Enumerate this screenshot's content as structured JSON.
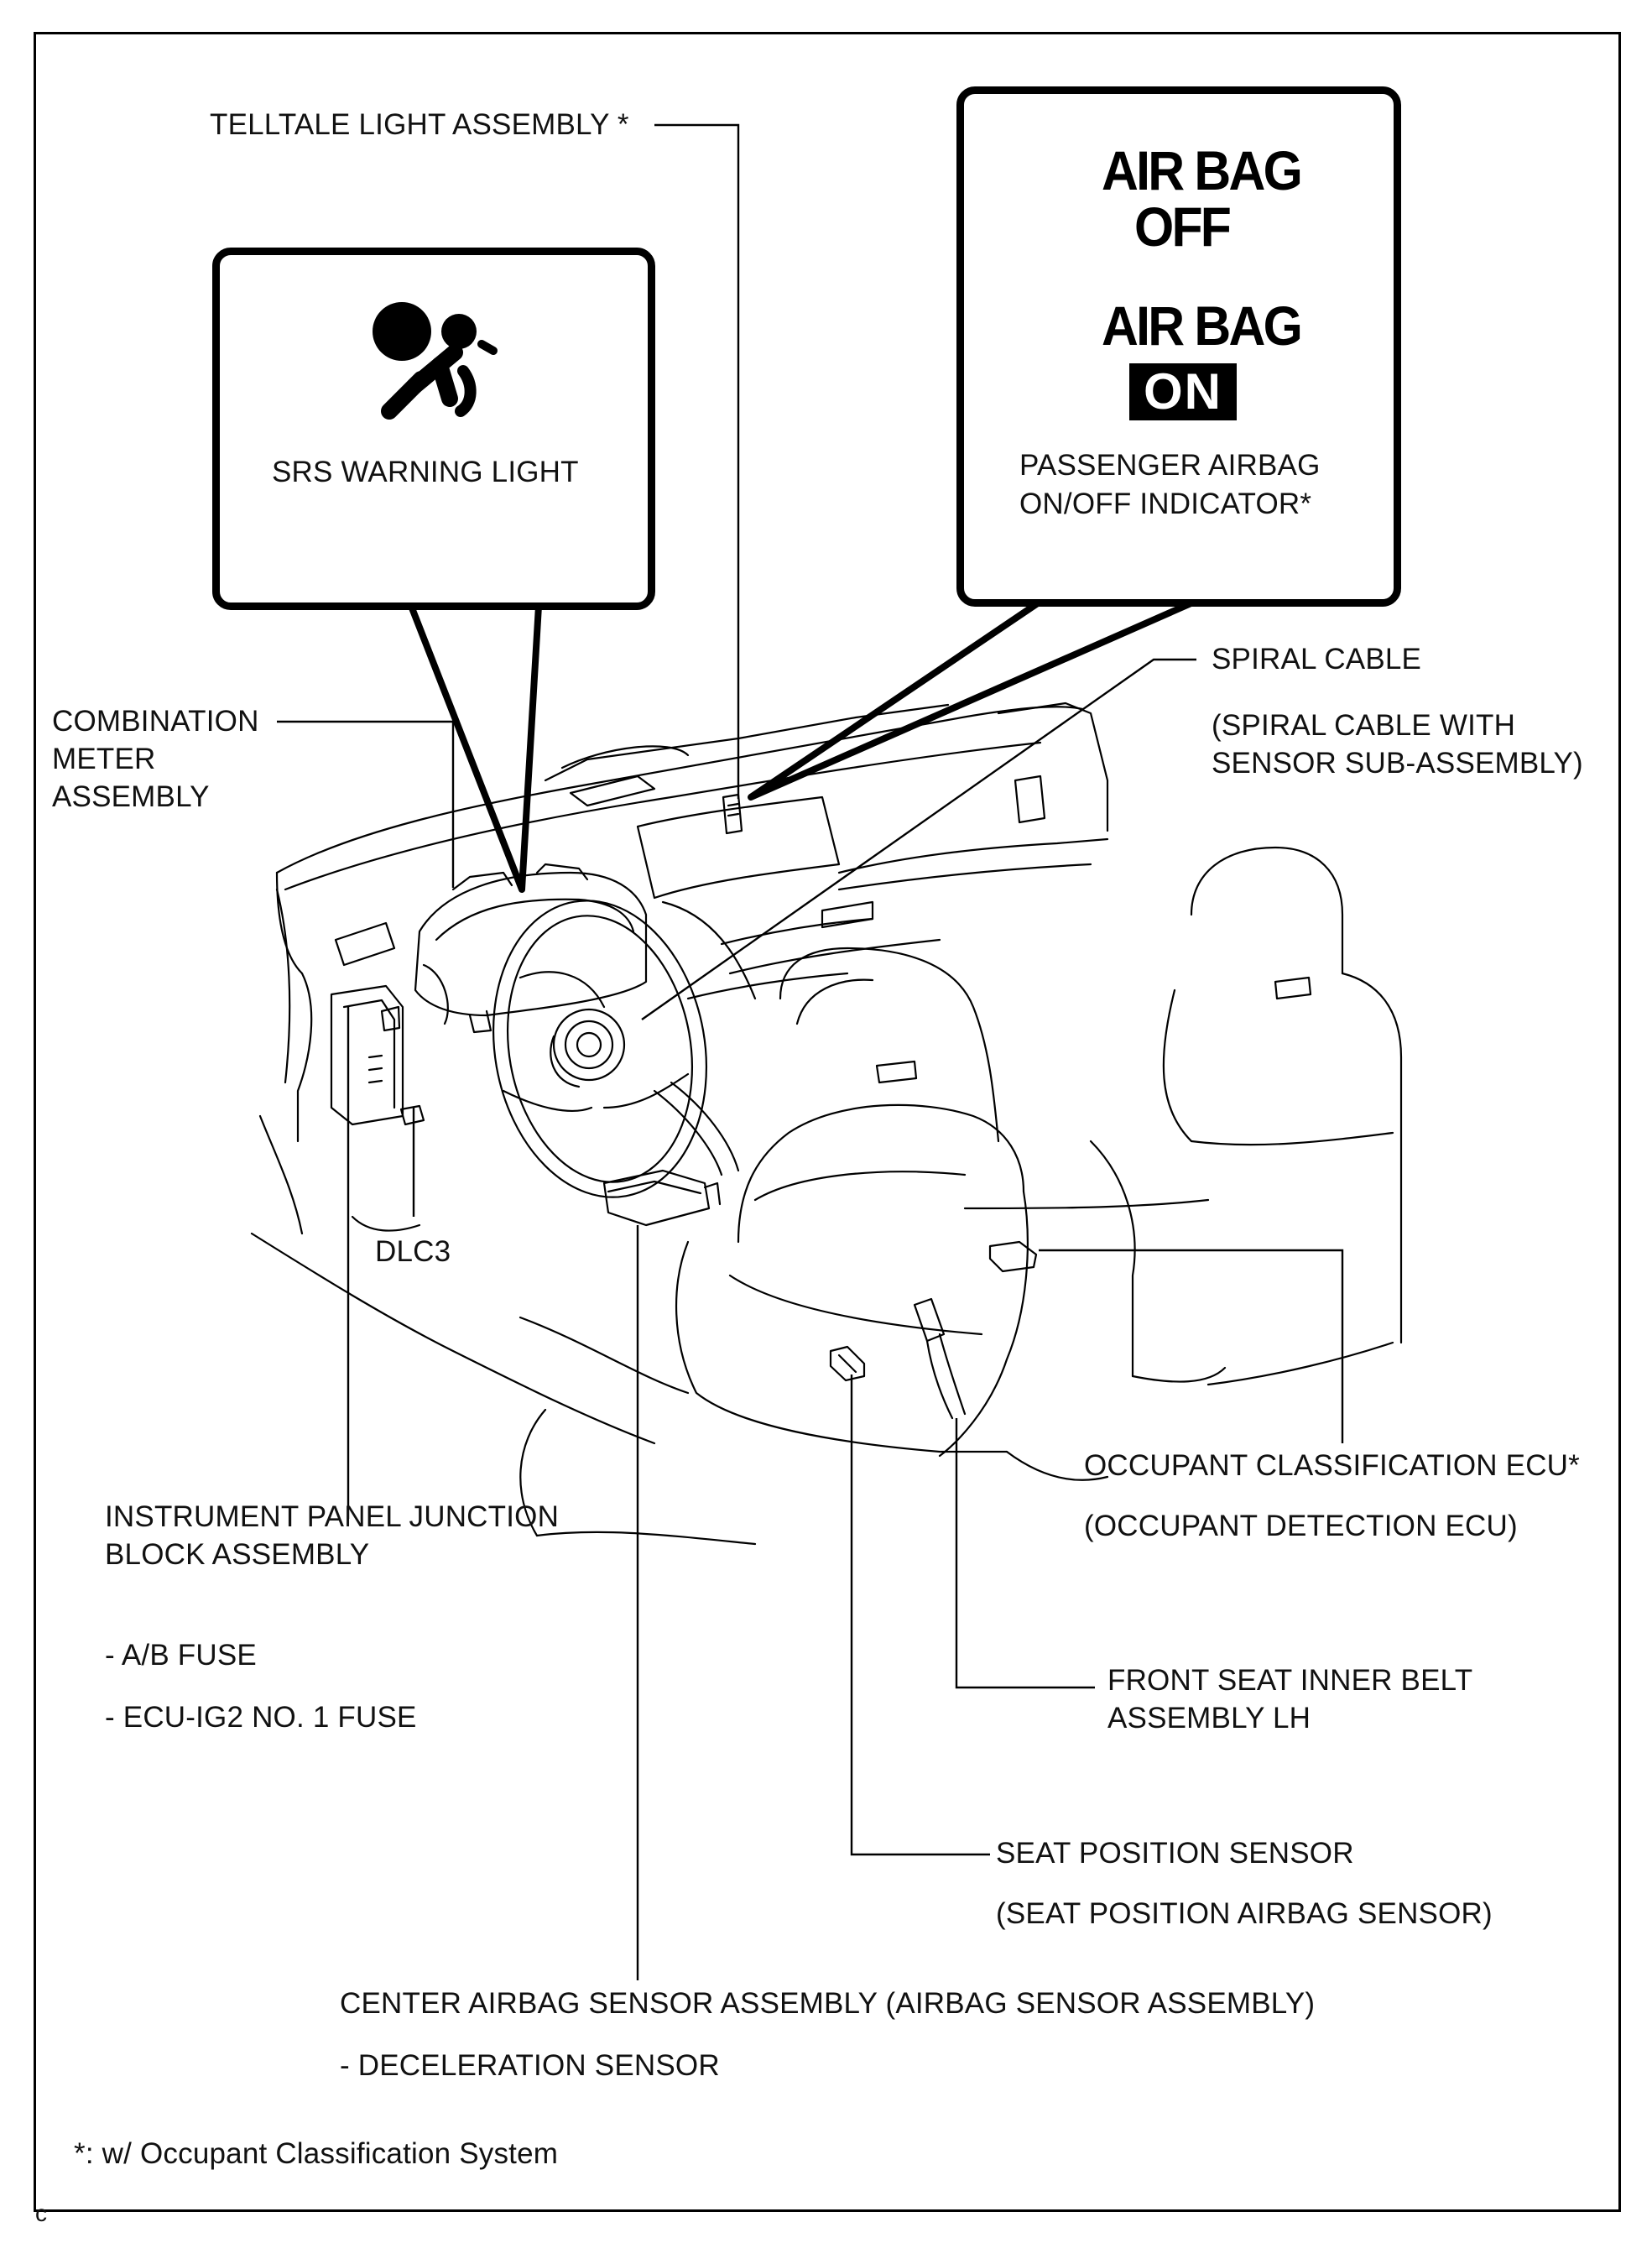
{
  "srs_callout": {
    "label": "SRS WARNING LIGHT",
    "icon": "airbag-warning-icon"
  },
  "indicator_callout": {
    "line1": "AIR BAG",
    "line2": "OFF",
    "line3": "AIR BAG",
    "line4": "ON",
    "label_line1": "PASSENGER AIRBAG",
    "label_line2": "ON/OFF INDICATOR*"
  },
  "labels": {
    "telltale": "TELLTALE LIGHT ASSEMBLY *",
    "combination_meter": [
      "COMBINATION",
      "METER",
      "ASSEMBLY"
    ],
    "spiral_cable": "SPIRAL CABLE",
    "spiral_cable_alt": [
      "(SPIRAL CABLE WITH",
      "SENSOR SUB-ASSEMBLY)"
    ],
    "dlc3": "DLC3",
    "junction_block": [
      "INSTRUMENT PANEL JUNCTION",
      "BLOCK ASSEMBLY"
    ],
    "fuses": [
      "- A/B FUSE",
      "- ECU-IG2 NO. 1 FUSE"
    ],
    "occupant_ecu": "OCCUPANT CLASSIFICATION ECU*",
    "occupant_ecu_alt": "(OCCUPANT DETECTION ECU)",
    "inner_belt": [
      "FRONT SEAT INNER BELT",
      "ASSEMBLY LH"
    ],
    "seat_sensor": "SEAT POSITION SENSOR",
    "seat_sensor_alt": "(SEAT POSITION AIRBAG SENSOR)",
    "center_sensor": "CENTER AIRBAG SENSOR ASSEMBLY (AIRBAG SENSOR ASSEMBLY)",
    "decel_sensor": "- DECELERATION SENSOR"
  },
  "footnote": "*: w/ Occupant Classification System",
  "corner_mark": "c"
}
